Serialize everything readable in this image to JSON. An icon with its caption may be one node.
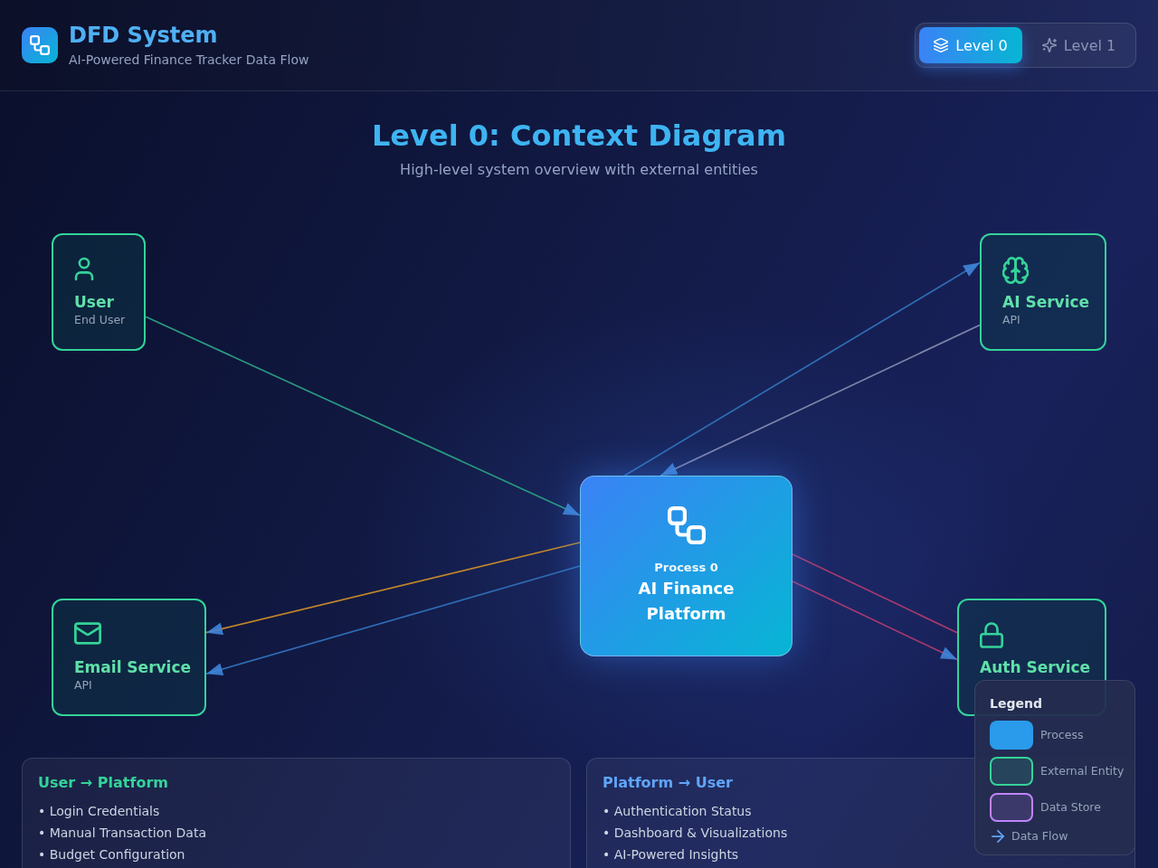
{
  "diagram": {
    "title": "Level 0: Context Diagram",
    "nodes": [
      {
        "text": [
          "User",
          "End User"
        ]
      },
      {
        "text": [
          "AI Service",
          "API"
        ]
      },
      {
        "text": [
          "Process 0",
          "AI Finance Platform"
        ]
      },
      {
        "text": [
          "Email Service",
          "API"
        ]
      },
      {
        "text": [
          "Auth Service"
        ]
      },
      {
        "text": [
          "User → Platform",
          "• Login Credentials",
          "• Manual Transaction Data",
          "• Budget Configuration"
        ]
      },
      {
        "text": [
          "Platform → User",
          "• Authentication Status",
          "• Dashboard & Visualizations",
          "• AI-Powered Insights"
        ]
      }
    ],
    "edges": [
      {
        "from": 0,
        "to": 2,
        "arrow": "to",
        "color": "#2a9a80"
      },
      {
        "from": 2,
        "to": 1,
        "arrow": "to"
      },
      {
        "from": 1,
        "to": 2,
        "arrow": "to",
        "color": "#7f86ad"
      },
      {
        "from": 2,
        "to": 3,
        "arrow": "to",
        "color": "#c0862a"
      },
      {
        "from": 2,
        "to": 3,
        "arrow": "to"
      },
      {
        "from": 4,
        "to": 2,
        "arrow": "none",
        "color": "#a83a6e"
      },
      {
        "from": 2,
        "to": 4,
        "arrow": "to",
        "color": "#a83a6e"
      }
    ],
    "labels": [
      "DFD System",
      "AI-Powered Finance Tracker Data Flow",
      "Level 0",
      "Level 1",
      "High-level system overview with external entities",
      "Legend"
    ],
    "legend": [
      {
        "text": "Process",
        "color": "#2a9aea"
      },
      {
        "text": "External Entity",
        "color": "#34d399"
      },
      {
        "text": "Data Store",
        "color": "#c084fc"
      },
      {
        "text": "Data Flow"
      }
    ]
  }
}
